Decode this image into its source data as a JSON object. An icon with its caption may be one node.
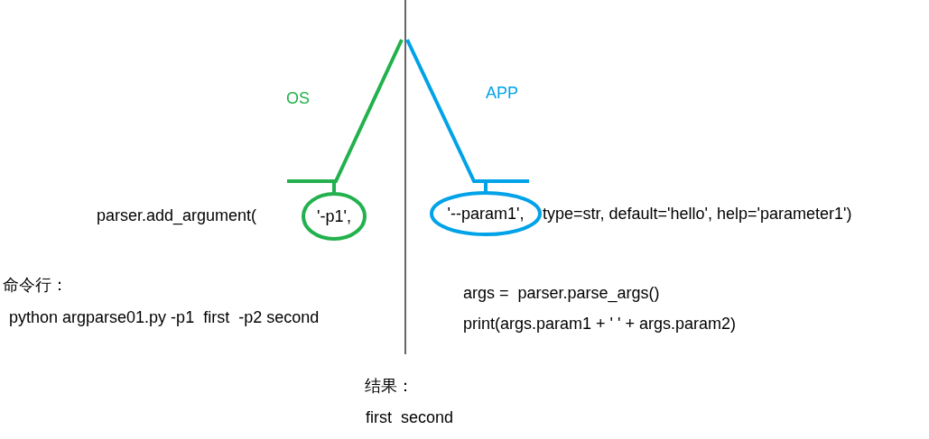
{
  "diagram": {
    "nodes": [
      {
        "text": [
          "'-p1',"
        ]
      },
      {
        "text": [
          "'--param1',"
        ]
      }
    ],
    "edges": [
      {
        "from": 0,
        "to": null,
        "arrow": "none",
        "color": "#22b14c"
      },
      {
        "from": 1,
        "to": null,
        "arrow": "none",
        "color": "#00a2e8"
      }
    ],
    "labels": [
      "OS",
      "APP",
      "parser.add_argument(",
      "type=str, default='hello', help='parameter1')",
      "命令行：",
      "python argparse01.py -p1  first  -p2 second",
      "args =  parser.parse_args()",
      "print(args.param1 + ' ' + args.param2)",
      "结果：",
      "first  second"
    ]
  }
}
